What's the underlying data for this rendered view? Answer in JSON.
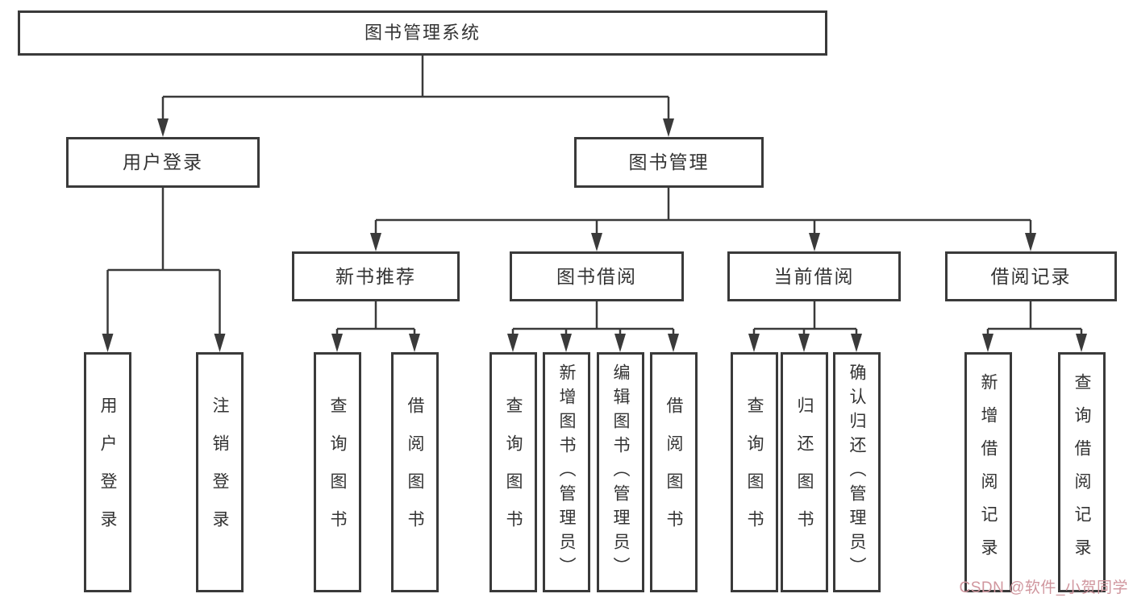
{
  "diagram": {
    "tree": {
      "label": "图书管理系统",
      "children": [
        {
          "label": "用户登录",
          "children": [
            {
              "label": "用户登录"
            },
            {
              "label": "注销登录"
            }
          ]
        },
        {
          "label": "图书管理",
          "children": [
            {
              "label": "新书推荐",
              "children": [
                {
                  "label": "查询图书"
                },
                {
                  "label": "借阅图书"
                }
              ]
            },
            {
              "label": "图书借阅",
              "children": [
                {
                  "label": "查询图书"
                },
                {
                  "label": "新增图书（管理员）"
                },
                {
                  "label": "编辑图书（管理员）"
                },
                {
                  "label": "借阅图书"
                }
              ]
            },
            {
              "label": "当前借阅",
              "children": [
                {
                  "label": "查询图书"
                },
                {
                  "label": "归还图书"
                },
                {
                  "label": "确认归还（管理员）"
                }
              ]
            },
            {
              "label": "借阅记录",
              "children": [
                {
                  "label": "新增借阅记录"
                },
                {
                  "label": "查询借阅记录"
                }
              ]
            }
          ]
        }
      ]
    },
    "watermark": "CSDN @软件_小贺同学",
    "colors": {
      "line": "#3a3a3a",
      "box_border": "#3a3a3a",
      "text": "#333333",
      "watermark": "#d0969e",
      "background": "#ffffff"
    }
  }
}
